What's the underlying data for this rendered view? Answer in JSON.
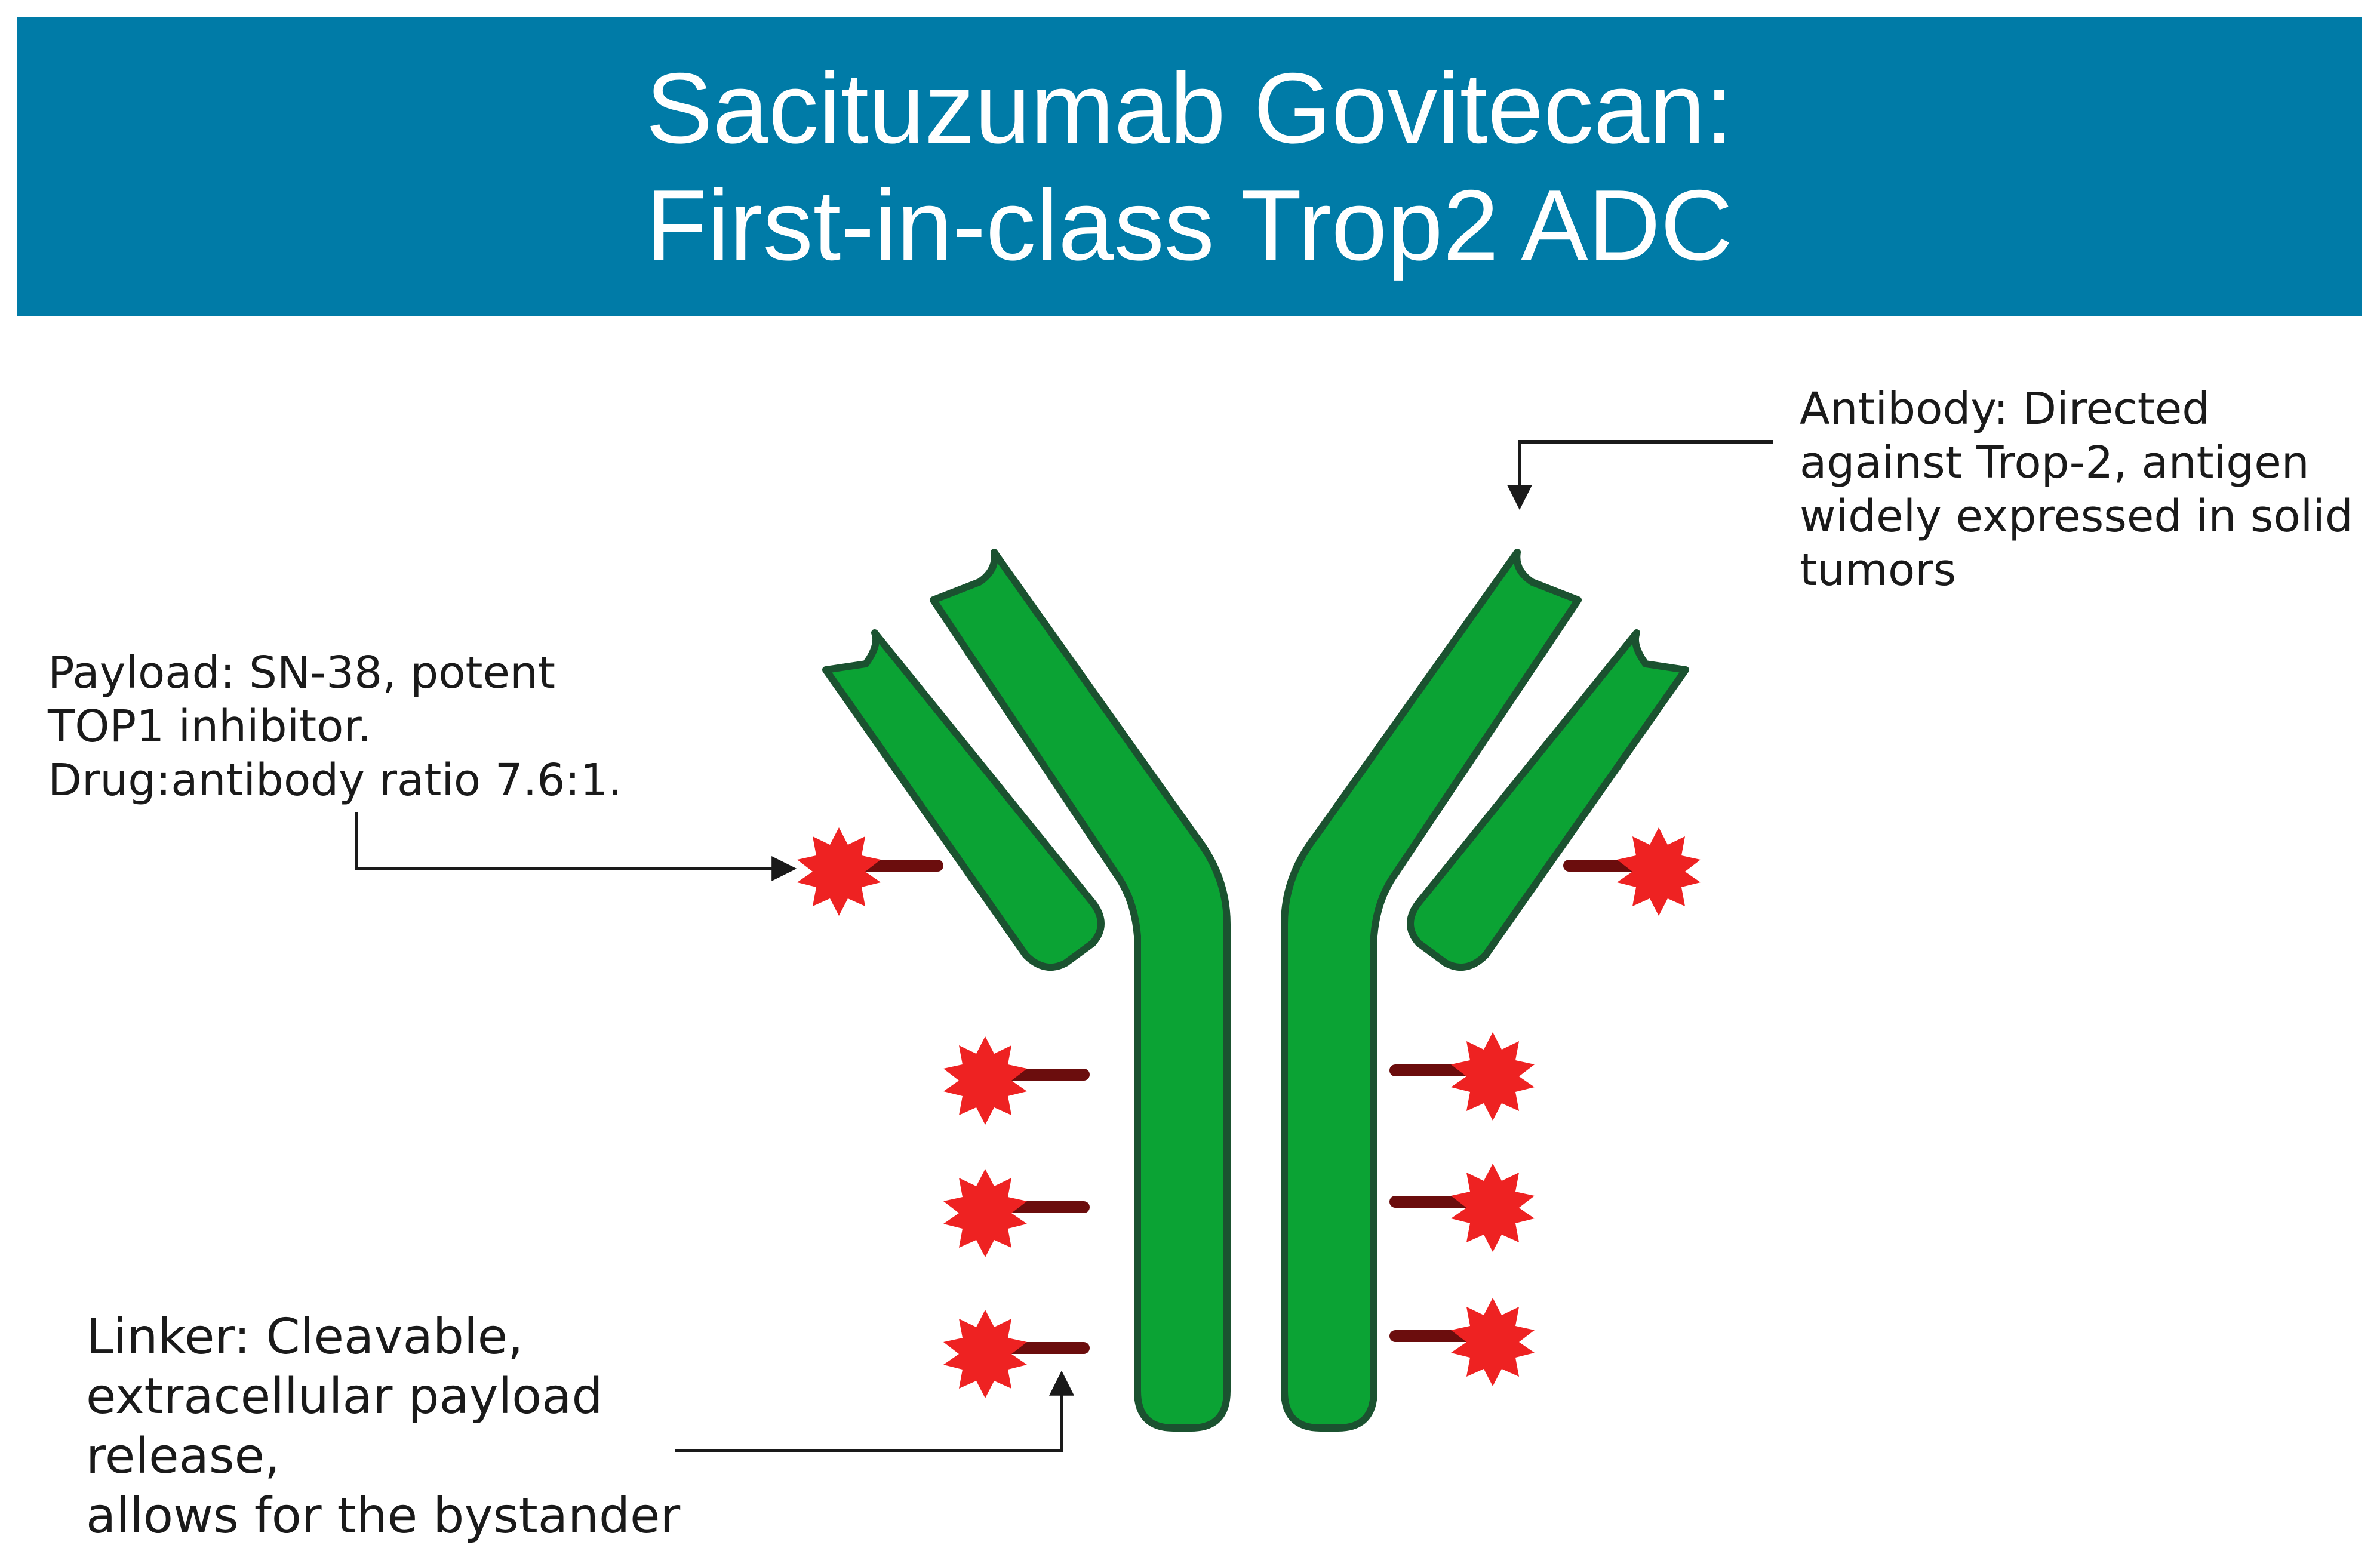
{
  "title": {
    "line1": "Sacituzumab Govitecan:",
    "line2": "First-in-class Trop2 ADC"
  },
  "callouts": {
    "antibody": "Antibody: Directed\nagainst Trop-2, antigen\nwidely expressed in solid\ntumors",
    "payload": "Payload: SN-38, potent\nTOP1 inhibitor.\nDrug:antibody ratio 7.6:1.",
    "linker": "Linker: Cleavable,\nextracellular payload release,\nallows for the bystander\neffect"
  },
  "colors": {
    "banner": "#007BA7",
    "antibody_fill": "#0BA334",
    "antibody_stroke": "#1B5230",
    "payload_star": "#EE2222",
    "linker_bar": "#6B0D0D",
    "arrow": "#1a1a1a"
  },
  "diagram": {
    "payload_count": 8,
    "icon": "antibody-drug-conjugate"
  }
}
